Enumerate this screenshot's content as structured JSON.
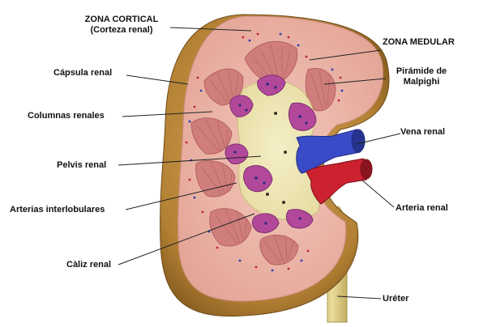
{
  "labels": {
    "zona_cortical": "ZONA CORTICAL",
    "corteza_renal": "(Corteza renal)",
    "capsula_renal": "Cápsula renal",
    "columnas_renales": "Columnas renales",
    "pelvis_renal": "Pelvis renal",
    "arterias_interlobulares": "Arterias interlobulares",
    "caliz_renal": "Càliz renal",
    "zona_medular": "ZONA MEDULAR",
    "piramide": "Pirámide de",
    "malpighi": "Malpighi",
    "vena_renal": "Vena renal",
    "arteria_renal": "Arteria renal",
    "ureter": "Uréter"
  },
  "colors": {
    "capsule": "#b9863c",
    "capsule_dark": "#8a5f22",
    "cortex": "#eab2a4",
    "pyramid": "#cf7e7c",
    "pelvis": "#eee7b8",
    "calyx": "#b2489a",
    "vein": "#3a4bc8",
    "artery": "#cc2230",
    "ureter": "#dccb86"
  }
}
